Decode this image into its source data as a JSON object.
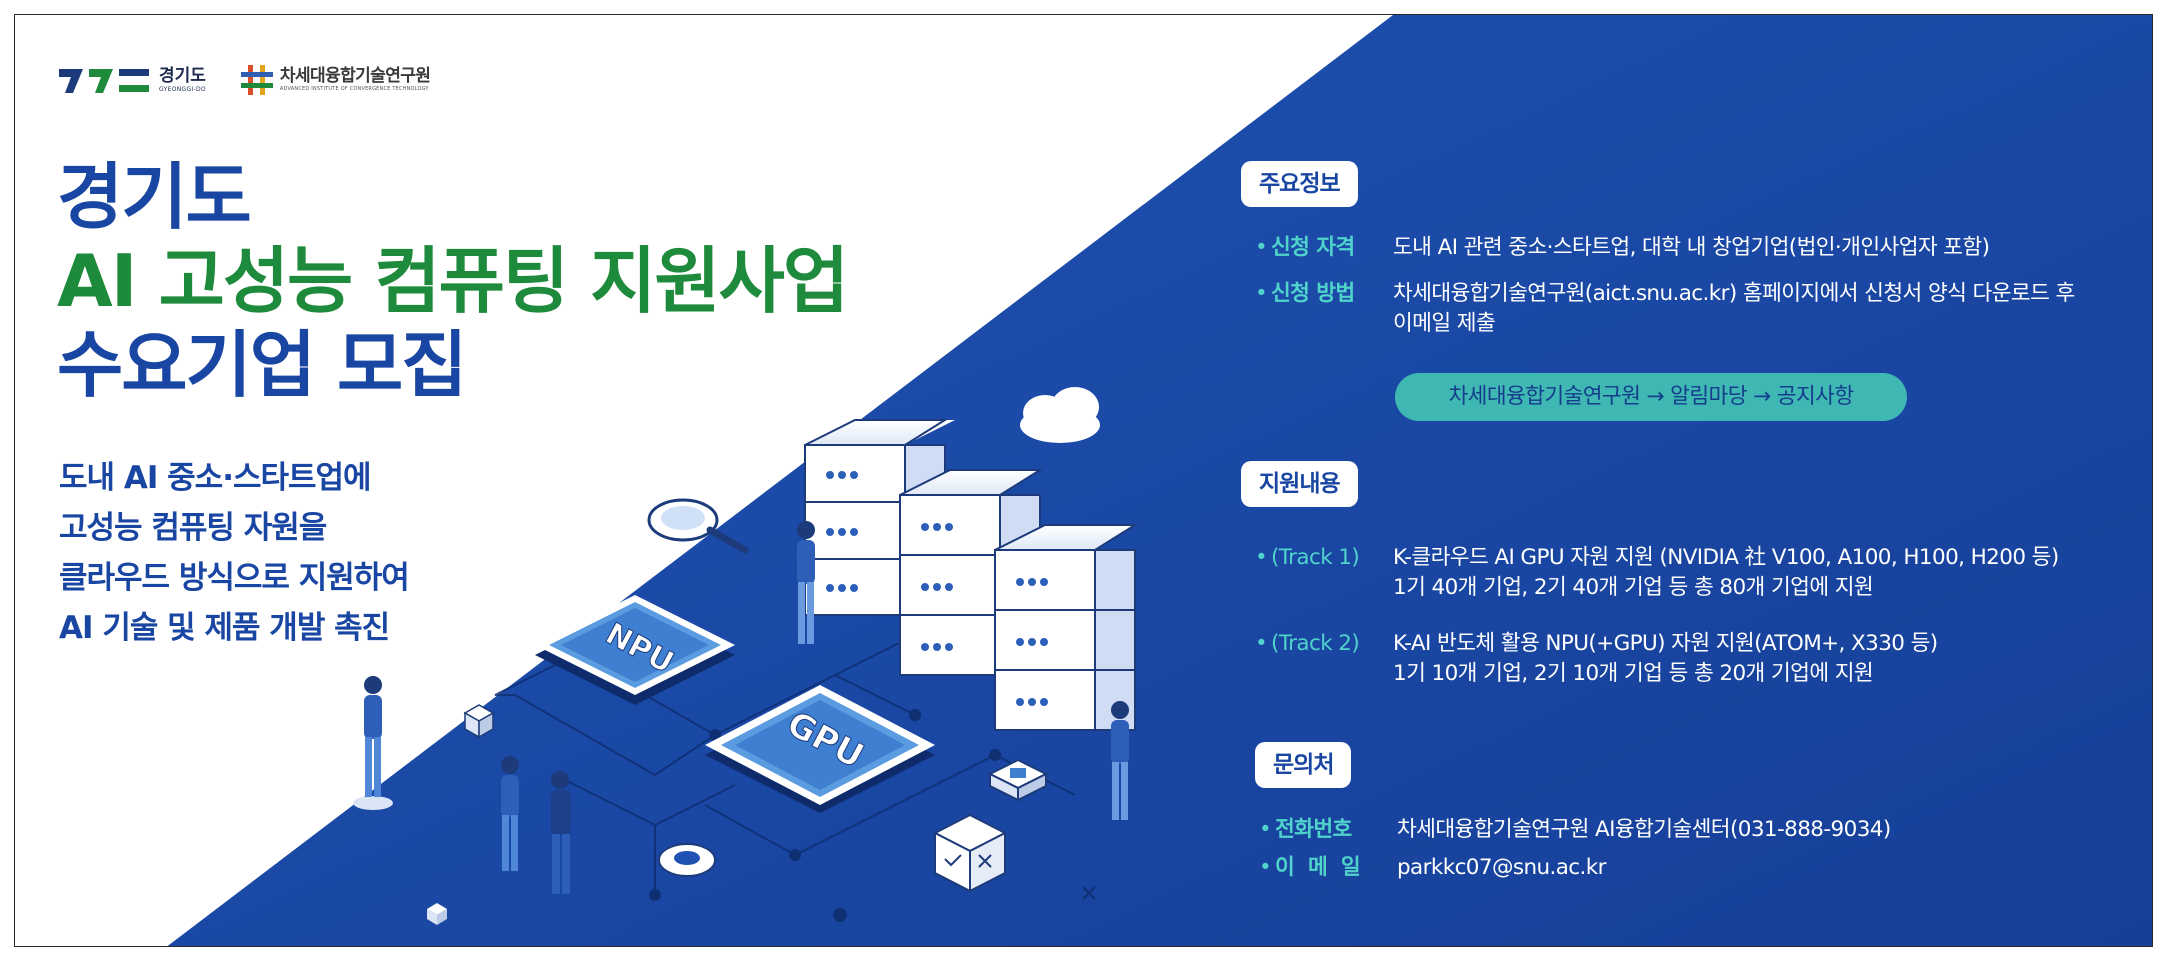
{
  "logos": {
    "gyeonggi_ko": "경기도",
    "gyeonggi_en": "GYEONGGI-DO",
    "aict_ko": "차세대융합기술연구원",
    "aict_en": "ADVANCED INSTITUTE OF CONVERGENCE TECHNOLOGY"
  },
  "title": {
    "line1": "경기도",
    "line2": "AI 고성능 컴퓨팅 지원사업",
    "line3": "수요기업 모집"
  },
  "subtitle": [
    "도내 AI 중소·스타트업에",
    "고성능 컴퓨팅 자원을",
    "클라우드 방식으로 지원하여",
    "AI 기술 및 제품 개발 촉진"
  ],
  "illustration": {
    "npu_label": "NPU",
    "gpu_label": "GPU"
  },
  "sections": {
    "main_info": {
      "tag": "주요정보",
      "eligibility_label": "신청 자격",
      "eligibility_value": "도내 AI 관련 중소·스타트업, 대학 내 창업기업(법인·개인사업자 포함)",
      "method_label": "신청 방법",
      "method_value_1": "차세대융합기술연구원(aict.snu.ac.kr) 홈페이지에서 신청서 양식 다운로드 후",
      "method_value_2": "이메일 제출",
      "path_pill": "차세대융합기술연구원 → 알림마당 → 공지사항"
    },
    "support": {
      "tag": "지원내용",
      "track1_label": "(Track 1)",
      "track1_line1": "K-클라우드 AI GPU 자원 지원 (NVIDIA 社 V100, A100, H100, H200 등)",
      "track1_line2": "1기 40개 기업, 2기 40개 기업 등 총 80개 기업에 지원",
      "track2_label": "(Track 2)",
      "track2_line1": "K-AI 반도체 활용 NPU(+GPU) 자원 지원(ATOM+, X330 등)",
      "track2_line2": "1기 10개 기업, 2기 10개 기업 등 총 20개 기업에 지원"
    },
    "contact": {
      "tag": "문의처",
      "phone_label": "전화번호",
      "phone_value": "차세대융합기술연구원 AI융합기술센터(031-888-9034)",
      "email_label": "이  메  일",
      "email_value": "parkkc07@snu.ac.kr"
    }
  },
  "colors": {
    "blue": "#1a46a3",
    "green": "#1e8a3b",
    "teal": "#4fd3cb",
    "panel": "#1c4aa6"
  }
}
